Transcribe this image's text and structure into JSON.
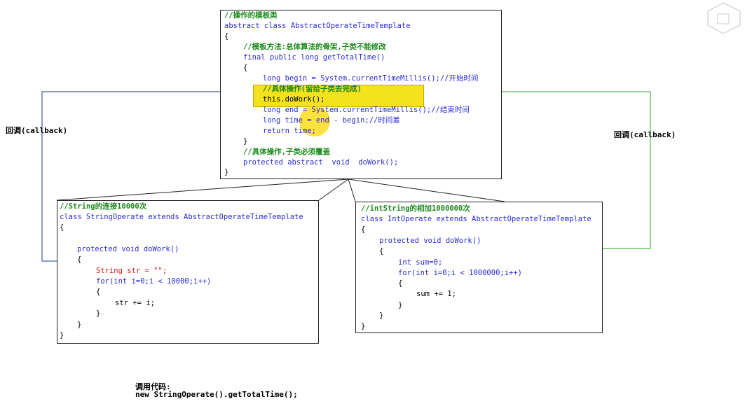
{
  "template_box": {
    "comment": "//操作的模板类",
    "class_decl": "abstract class AbstractOperateTimeTemplate",
    "open": "{",
    "method_comment": "//模板方法:总体算法的骨架,子类不能修改",
    "method_decl": "final public long getTotalTime()",
    "m_open": "{",
    "begin_line": "long begin = System.currentTimeMillis();//开始时间",
    "work_comment": "//具体操作(留给子类去完成)",
    "do_work": "this.doWork();",
    "end_line": "long end = System.currentTimeMillis();//结束时间",
    "time_line": "long time = end - begin;//时间差",
    "return_line": "return time;",
    "m_close": "}",
    "abstract_comment": "//具体操作,子类必须覆盖",
    "abstract_decl": "protected abstract  void  doWork();",
    "close": "}"
  },
  "string_box": {
    "comment": "//String的连接10000次",
    "class_decl": "class StringOperate extends AbstractOperateTimeTemplate",
    "open": "{",
    "method_decl": "protected void doWork()",
    "m_open": "{",
    "l1": "String str = \"\";",
    "l2": "for(int i=0;i < 10000;i++)",
    "l3": "{",
    "l4": "str += i;",
    "l5": "}",
    "m_close": "}",
    "close": "}"
  },
  "int_box": {
    "comment": "//intString的相加1000000次",
    "class_decl": "class IntOperate extends AbstractOperateTimeTemplate",
    "open": "{",
    "method_decl": "protected void doWork()",
    "m_open": "{",
    "l1": "int sum=0;",
    "l2": "for(int i=0;i < 1000000;i++)",
    "l3": "{",
    "l4": "sum += 1;",
    "l5": "}",
    "m_close": "}",
    "close": "}"
  },
  "callback_left": "回调(callback)",
  "callback_right": "回调(callback)",
  "call_code": {
    "label": "调用代码:",
    "code": "new StringOperate().getTotalTime();"
  },
  "colors": {
    "keyword": "#2b2bd6",
    "comment": "#1e8a1e",
    "string": "#d01a1a",
    "number": "#8a1aa0",
    "highlight": "#f4e21c",
    "arrow_left": "#1a3a8a",
    "arrow_right": "#2aa52a"
  }
}
